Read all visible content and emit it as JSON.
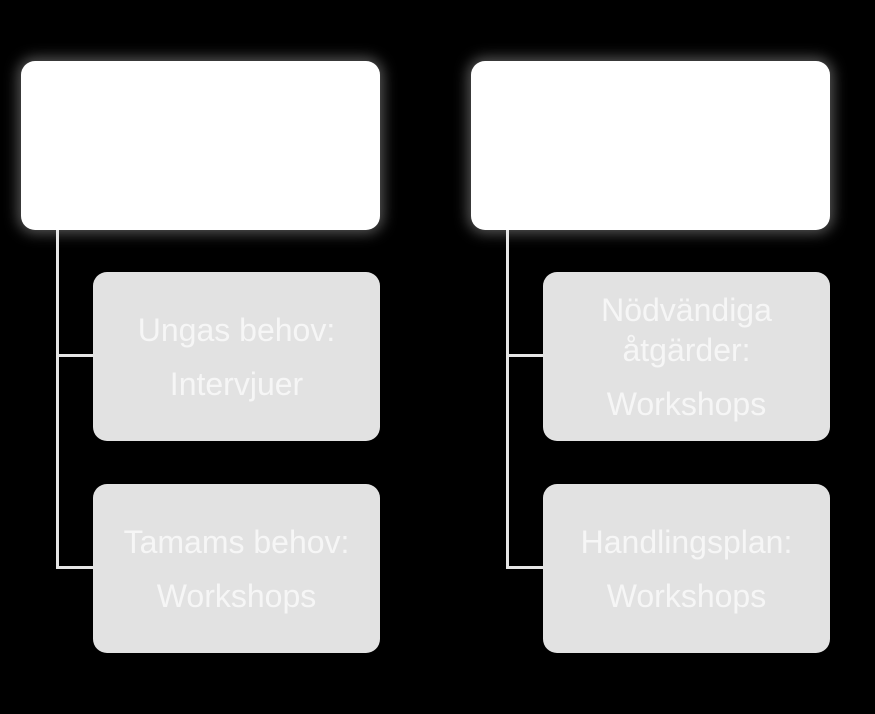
{
  "diagram": {
    "colors": {
      "background": "#000000",
      "header_fill": "#ffffff",
      "child_fill": "#e2e2e2",
      "child_text": "#f6f6f6",
      "connector": "#e6e6e6"
    },
    "columns": [
      {
        "children": [
          {
            "title": "Ungas behov:",
            "detail": "Intervjuer"
          },
          {
            "title": "Tamams behov:",
            "detail": "Workshops"
          }
        ]
      },
      {
        "children": [
          {
            "title_line1": "Nödvändiga",
            "title_line2": "åtgärder:",
            "detail": "Workshops"
          },
          {
            "title": "Handlingsplan:",
            "detail": "Workshops"
          }
        ]
      }
    ]
  }
}
